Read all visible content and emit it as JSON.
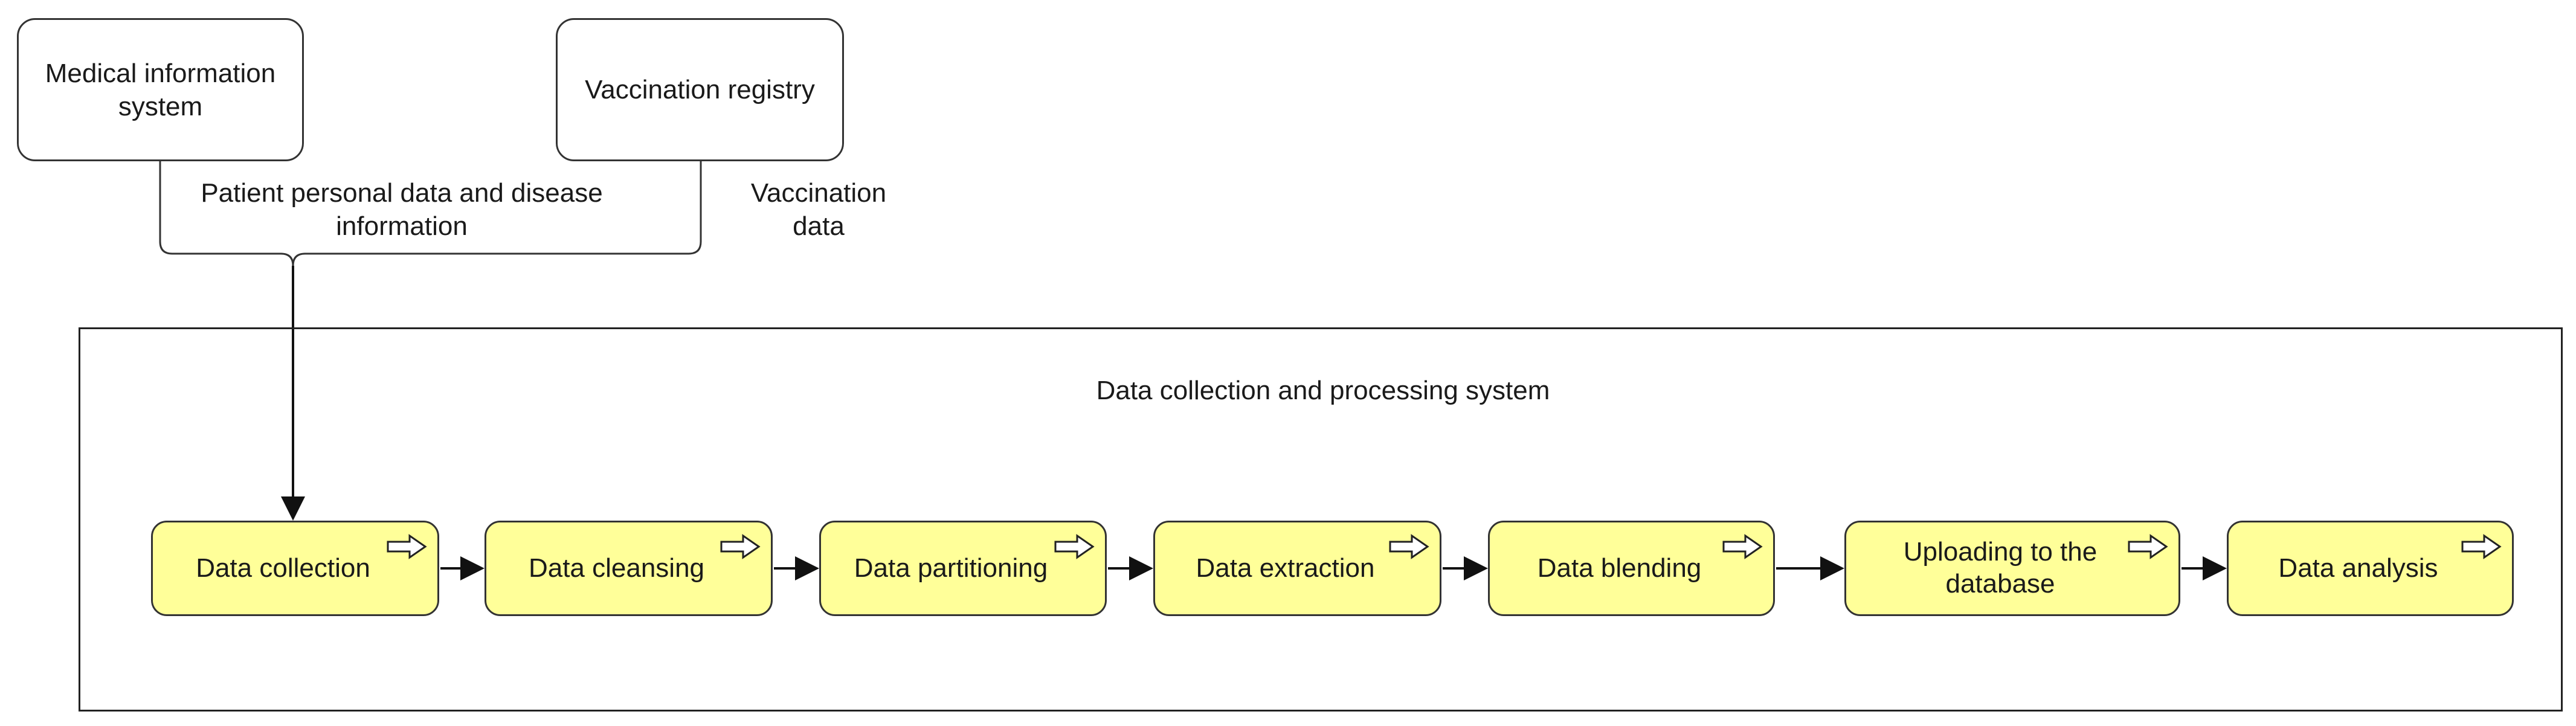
{
  "sources": {
    "medical": "Medical information\nsystem",
    "vaccination": "Vaccination registry"
  },
  "edge_labels": {
    "patient_data": "Patient personal data and disease\ninformation",
    "vaccination_data": "Vaccination\ndata"
  },
  "system": {
    "title": "Data collection and processing system"
  },
  "steps": [
    "Data collection",
    "Data cleansing",
    "Data partitioning",
    "Data extraction",
    "Data blending",
    "Uploading to the\ndatabase",
    "Data analysis"
  ],
  "colors": {
    "step_fill": "#ffff99",
    "stroke": "#333333"
  }
}
